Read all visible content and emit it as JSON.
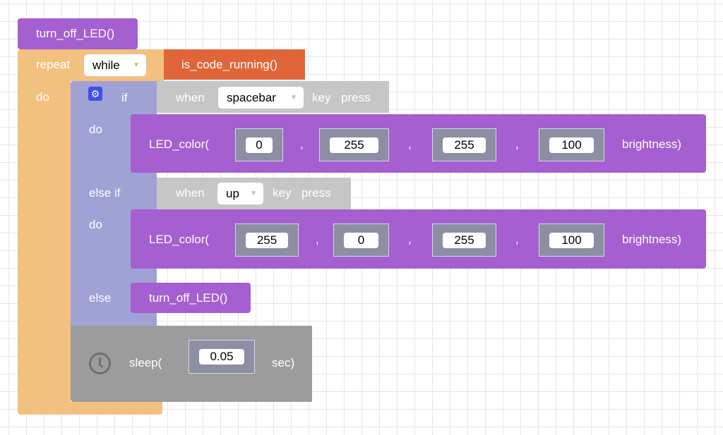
{
  "blocks": {
    "turn_off_top": "turn_off_LED()",
    "repeat_label": "repeat",
    "repeat_mode": "while",
    "condition": "is_code_running()",
    "do_label": "do",
    "if_label": "if",
    "if_do": "do",
    "else_if_label": "else if",
    "else_if_do": "do",
    "else_label": "else",
    "when1": "when",
    "key1": "spacebar",
    "keypress1_a": "key",
    "keypress1_b": "press",
    "when2": "when",
    "key2": "up",
    "keypress2_a": "key",
    "keypress2_b": "press",
    "led1": {
      "fn": "LED_color(",
      "values": [
        "0",
        "255",
        "255",
        "100"
      ],
      "sep": ",",
      "suffix": "brightness)"
    },
    "led2": {
      "fn": "LED_color(",
      "values": [
        "255",
        "0",
        "255",
        "100"
      ],
      "sep": ",",
      "suffix": "brightness)"
    },
    "turn_off_else": "turn_off_LED()",
    "sleep": {
      "fn": "sleep(",
      "value": "0.05",
      "suffix": "sec)"
    }
  },
  "colors": {
    "function": "#a55fd0",
    "loop": "#f2c07f",
    "condition": "#e0663a",
    "if": "#a0a1d5",
    "event": "#c6c6c6",
    "time": "#9c9c9c"
  }
}
